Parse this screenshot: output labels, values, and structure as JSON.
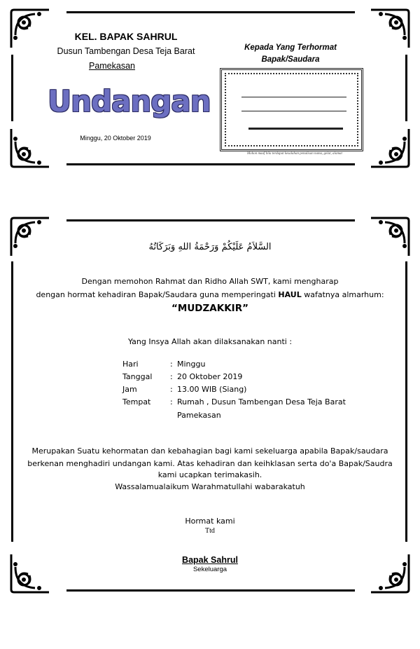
{
  "envelope": {
    "sender_name": "KEL. BAPAK SAHRUL",
    "sender_address": "Dusun Tambengan Desa Teja Barat",
    "sender_city": "Pamekasan",
    "title": "Undangan",
    "date": "Minggu, 20 Oktober 2019",
    "recipient_line1": "Kepada Yang Terhormat",
    "recipient_line2": "Bapak/Saudara",
    "address_note": "Mohon maaf bila terdapat kesalahan penulisan nama, gelar, alamat"
  },
  "letter": {
    "salam": "السَّلاَمُ عَلَيْكُمْ وَرَحْمَةُ اللهِ وَبَرَكَاتُهُ",
    "paragraph_line1": "Dengan memohon Rahmat dan Ridho Allah SWT, kami mengharap",
    "paragraph_line2_a": "dengan hormat kehadiran Bapak/Saudara guna memperingati ",
    "paragraph_line2_bold": "HAUL",
    "paragraph_line2_b": " wafatnya almarhum:",
    "honoree": "“MUDZAKKIR”",
    "intro": "Yang Insya Allah akan dilaksanakan nanti :",
    "details": [
      {
        "label": "Hari",
        "value": "Minggu"
      },
      {
        "label": "Tanggal",
        "value": "20 Oktober 2019"
      },
      {
        "label": "Jam",
        "value": "13.00 WIB (Siang)"
      },
      {
        "label": "Tempat",
        "value": "Rumah , Dusun Tambengan Desa Teja Barat"
      }
    ],
    "detail_colon": ":",
    "place_continuation": "Pamekasan",
    "closing_line1": "Merupakan Suatu kehormatan dan kebahagian bagi kami sekeluarga apabila Bapak/saudara",
    "closing_line2": "berkenan menghadiri undangan kami. Atas kehadiran dan keihklasan serta do'a Bapak/Saudra",
    "closing_line3": "kami ucapkan terimakasih.",
    "closing_line4": "Wassalamualaikum Warahmatullahi wabarakatuh",
    "regards": "Hormat kami",
    "signature": "Ttd",
    "host_name": "Bapak Sahrul",
    "host_sub": "Sekeluarga"
  }
}
